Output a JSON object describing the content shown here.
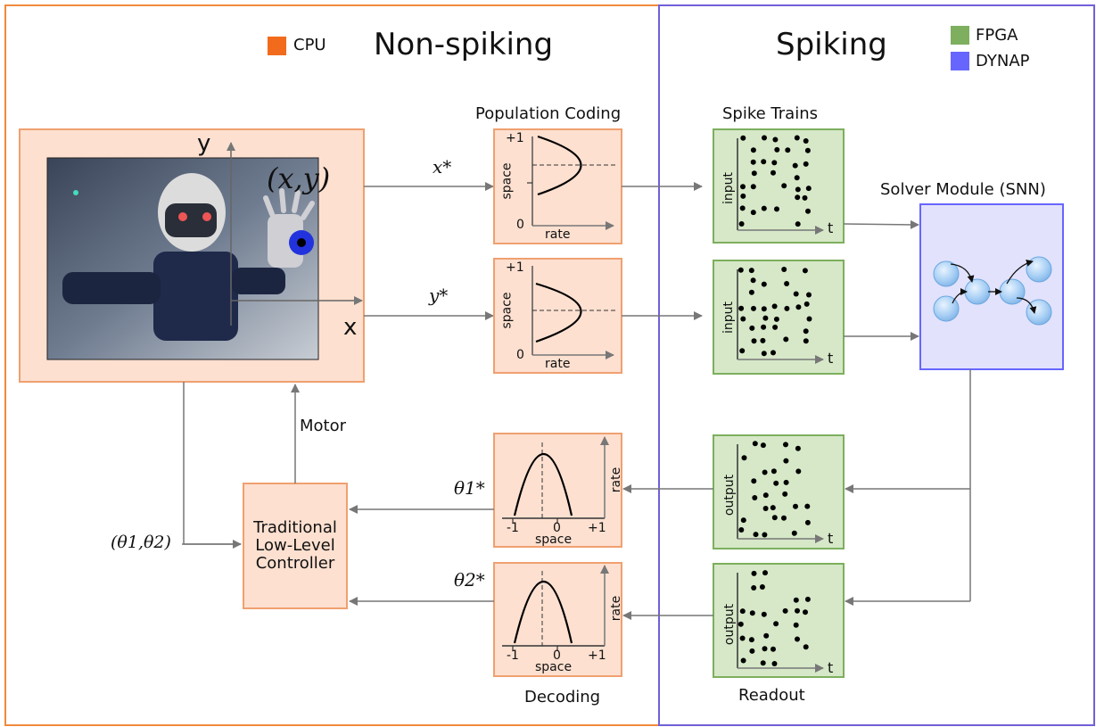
{
  "sections": {
    "left_title": "Non-spiking",
    "right_title": "Spiking"
  },
  "legend": {
    "cpu": {
      "label": "CPU",
      "color": "#f26b1d"
    },
    "fpga": {
      "label": "FPGA",
      "color": "#7daf5e"
    },
    "dynap": {
      "label": "DYNAP",
      "color": "#6666ff"
    }
  },
  "camera": {
    "axis_y": "y",
    "axis_x": "x",
    "coord_label": "(x,y)"
  },
  "population_coding": {
    "title": "Population Coding",
    "plots": [
      {
        "signal": "x*",
        "y_top": "+1",
        "y_bottom": "0",
        "ylabel": "space",
        "xlabel": "rate"
      },
      {
        "signal": "y*",
        "y_top": "+1",
        "y_bottom": "0",
        "ylabel": "space",
        "xlabel": "rate"
      }
    ]
  },
  "spike_trains": {
    "title": "Spike Trains",
    "plots": [
      {
        "ylabel": "input",
        "xlabel": "t"
      },
      {
        "ylabel": "input",
        "xlabel": "t"
      }
    ]
  },
  "solver": {
    "title": "Solver Module (SNN)"
  },
  "readout": {
    "title": "Readout",
    "plots": [
      {
        "ylabel": "output",
        "xlabel": "t"
      },
      {
        "ylabel": "output",
        "xlabel": "t"
      }
    ]
  },
  "decoding": {
    "title": "Decoding",
    "plots": [
      {
        "signal": "θ1*",
        "x_left": "-1",
        "x_mid": "0",
        "x_right": "+1",
        "xlabel": "space",
        "ylabel": "rate"
      },
      {
        "signal": "θ2*",
        "x_left": "-1",
        "x_mid": "0",
        "x_right": "+1",
        "xlabel": "space",
        "ylabel": "rate"
      }
    ]
  },
  "controller": {
    "lines": [
      "Traditional",
      "Low-Level",
      "Controller"
    ],
    "input_label": "(θ1,θ2)",
    "motor_label": "Motor"
  }
}
